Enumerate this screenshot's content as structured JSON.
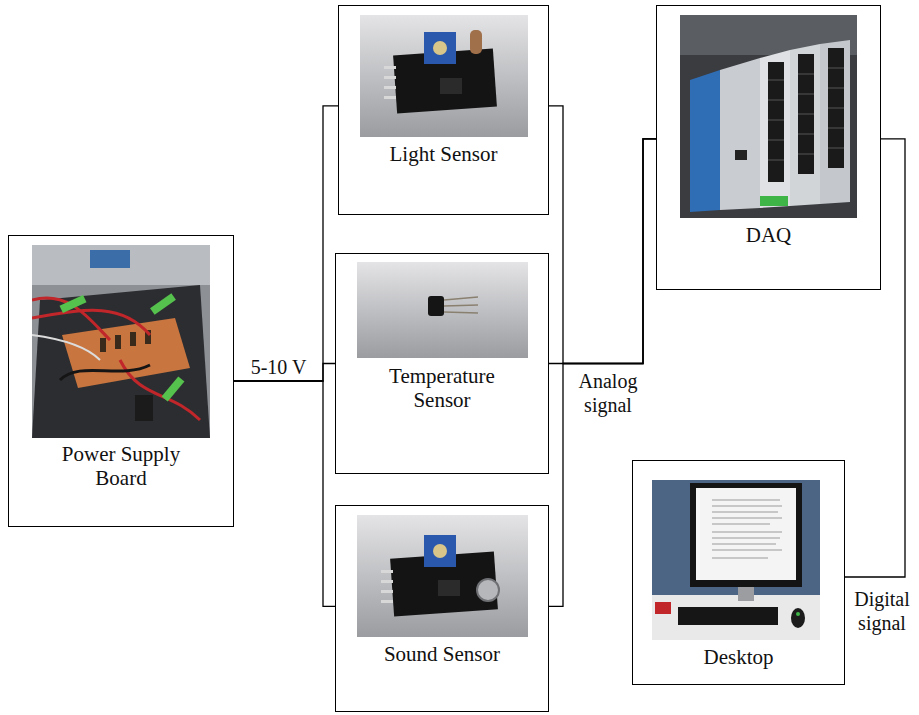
{
  "diagram": {
    "nodes": [
      {
        "text": [
          "Power Supply Board"
        ]
      },
      {
        "text": [
          "Light Sensor"
        ]
      },
      {
        "text": [
          "Temperature Sensor"
        ]
      },
      {
        "text": [
          "Sound Sensor"
        ]
      },
      {
        "text": [
          "DAQ"
        ]
      },
      {
        "text": [
          "Desktop"
        ]
      }
    ],
    "edges": [
      {
        "from": 0,
        "to": 1,
        "arrow": "none"
      },
      {
        "from": 0,
        "to": 2,
        "arrow": "none",
        "label": "5-10 V"
      },
      {
        "from": 0,
        "to": 3,
        "arrow": "none"
      },
      {
        "from": 1,
        "to": 4,
        "arrow": "none"
      },
      {
        "from": 2,
        "to": 4,
        "arrow": "none",
        "label": "Analog signal"
      },
      {
        "from": 3,
        "to": 4,
        "arrow": "none"
      },
      {
        "from": 4,
        "to": 5,
        "arrow": "none",
        "label": "Digital signal"
      }
    ]
  }
}
